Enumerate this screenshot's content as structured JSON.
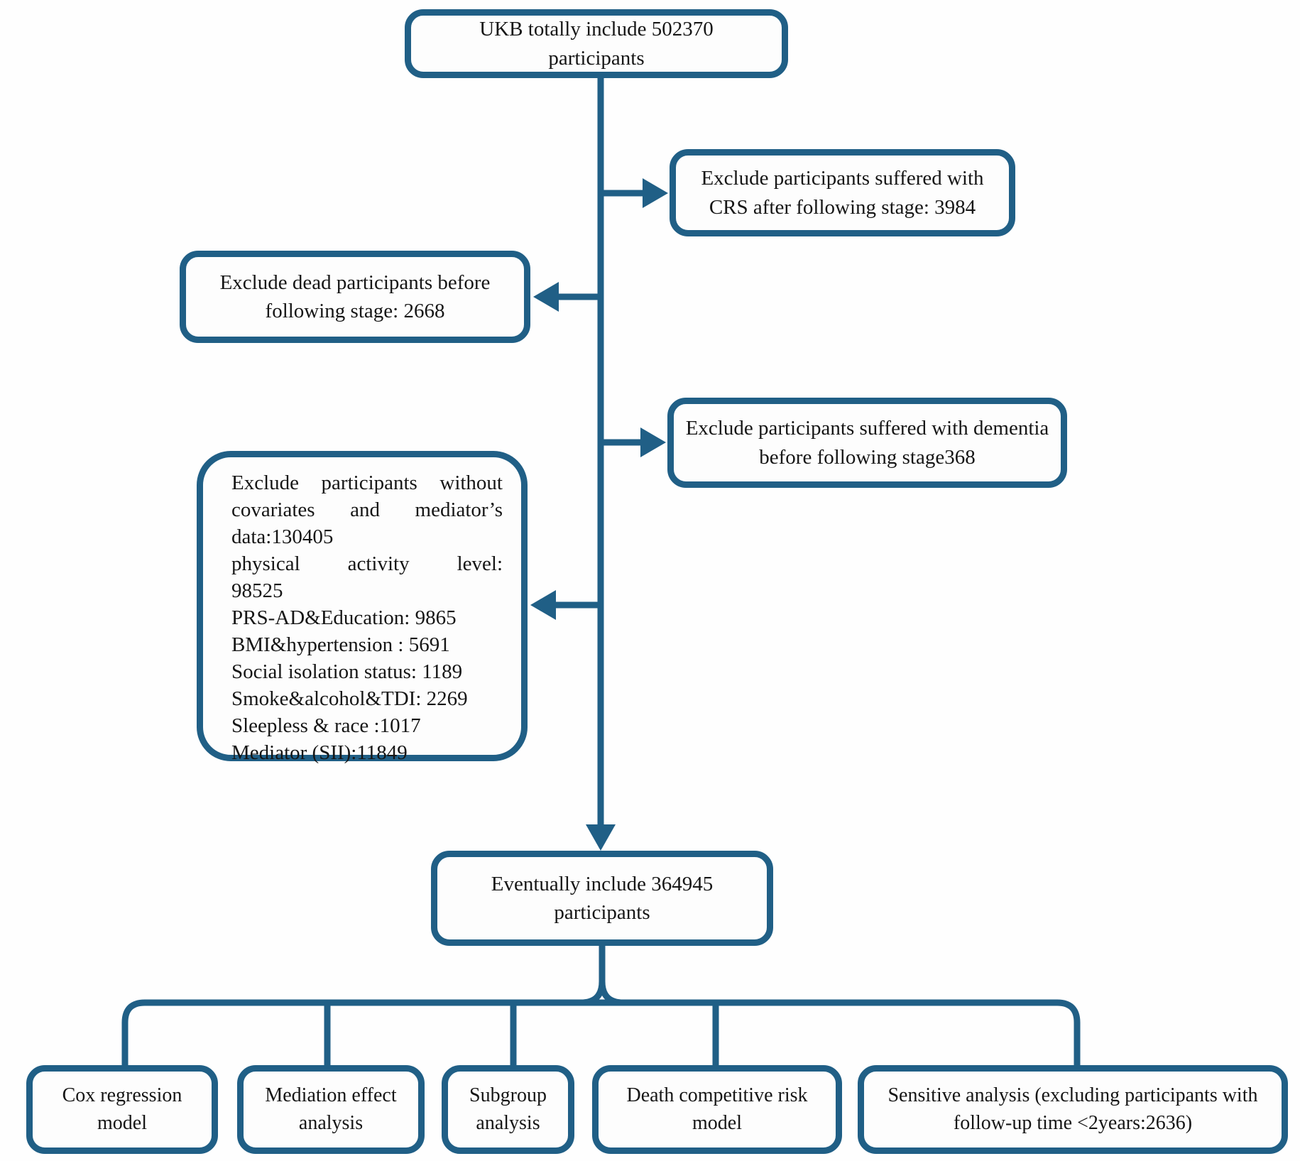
{
  "accent": "#205F86",
  "boxes": {
    "start": "UKB totally include 502370 participants",
    "exclude_crs": "Exclude participants suffered with CRS after following stage: 3984",
    "exclude_dead": "Exclude dead participants before following stage: 2668",
    "exclude_dementia": "Exclude participants suffered with dementia before following stage368",
    "exclude_missing": {
      "lines": [
        "Exclude participants without",
        "covariates and mediator’s",
        "data:130405",
        "physical activity level:",
        "98525",
        "PRS-AD&Education: 9865",
        "BMI&hypertension : 5691",
        "Social isolation status: 1189",
        "Smoke&alcohol&TDI: 2269",
        "Sleepless & race :1017",
        "Mediator (SII):11849"
      ]
    },
    "final": "Eventually include 364945 participants",
    "analyses": [
      "Cox regression model",
      "Mediation effect analysis",
      "Subgroup analysis",
      "Death competitive risk model",
      "Sensitive analysis (excluding participants with follow-up time <2years:2636)"
    ]
  }
}
